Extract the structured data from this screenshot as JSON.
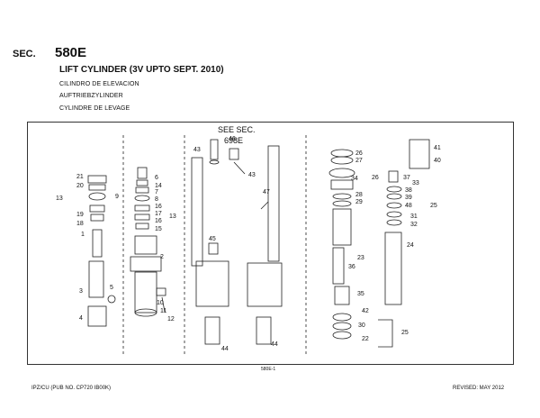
{
  "header": {
    "sec_label": "SEC.",
    "sec_number": "580E",
    "title": "LIFT CYLINDER (3V UPTO SEPT. 2010)",
    "sub1": "CILINDRO DE ELEVACION",
    "sub2": "AUFTRIEBZYLINDER",
    "sub3": "CYLINDRE DE LEVAGE"
  },
  "diagram": {
    "see_sec_line1": "SEE SEC.",
    "see_sec_line2": "698E",
    "figure_id": "580E-1",
    "callouts_left": [
      "21",
      "20",
      "13",
      "19",
      "18",
      "9",
      "1",
      "2",
      "3",
      "5",
      "4"
    ],
    "callouts_mid": [
      "6",
      "14",
      "7",
      "8",
      "16",
      "17",
      "16",
      "15",
      "13",
      "10",
      "11",
      "12",
      "43",
      "46",
      "43",
      "47",
      "45",
      "44",
      "44"
    ],
    "callouts_right": [
      "26",
      "27",
      "26",
      "34",
      "28",
      "29",
      "23",
      "36",
      "35",
      "42",
      "30",
      "22",
      "25",
      "37",
      "38",
      "39",
      "48",
      "31",
      "32",
      "33",
      "25",
      "41",
      "40",
      "24"
    ]
  },
  "footer": {
    "left": "IPZ/CU (PUB NO. CP720 IB00K)",
    "right": "REVISED: MAY 2012"
  }
}
